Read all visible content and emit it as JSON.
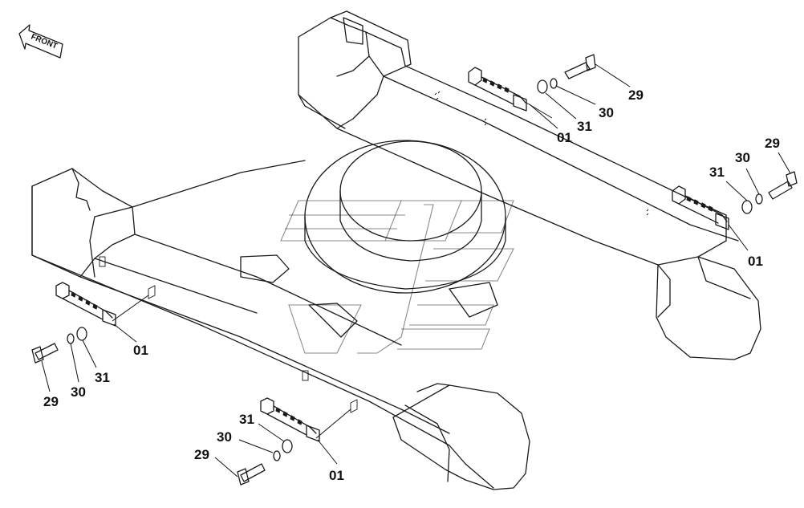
{
  "front_label": "FRONT",
  "callouts": {
    "a": {
      "part": "29",
      "washer_a": "30",
      "washer_b": "31",
      "bracket": "01"
    },
    "b": {
      "part": "29",
      "washer_a": "30",
      "washer_b": "31",
      "bracket": "01"
    },
    "c": {
      "part": "29",
      "washer_a": "30",
      "washer_b": "31",
      "bracket": "01"
    },
    "d": {
      "part": "29",
      "washer_a": "30",
      "washer_b": "31",
      "bracket": "01"
    }
  }
}
